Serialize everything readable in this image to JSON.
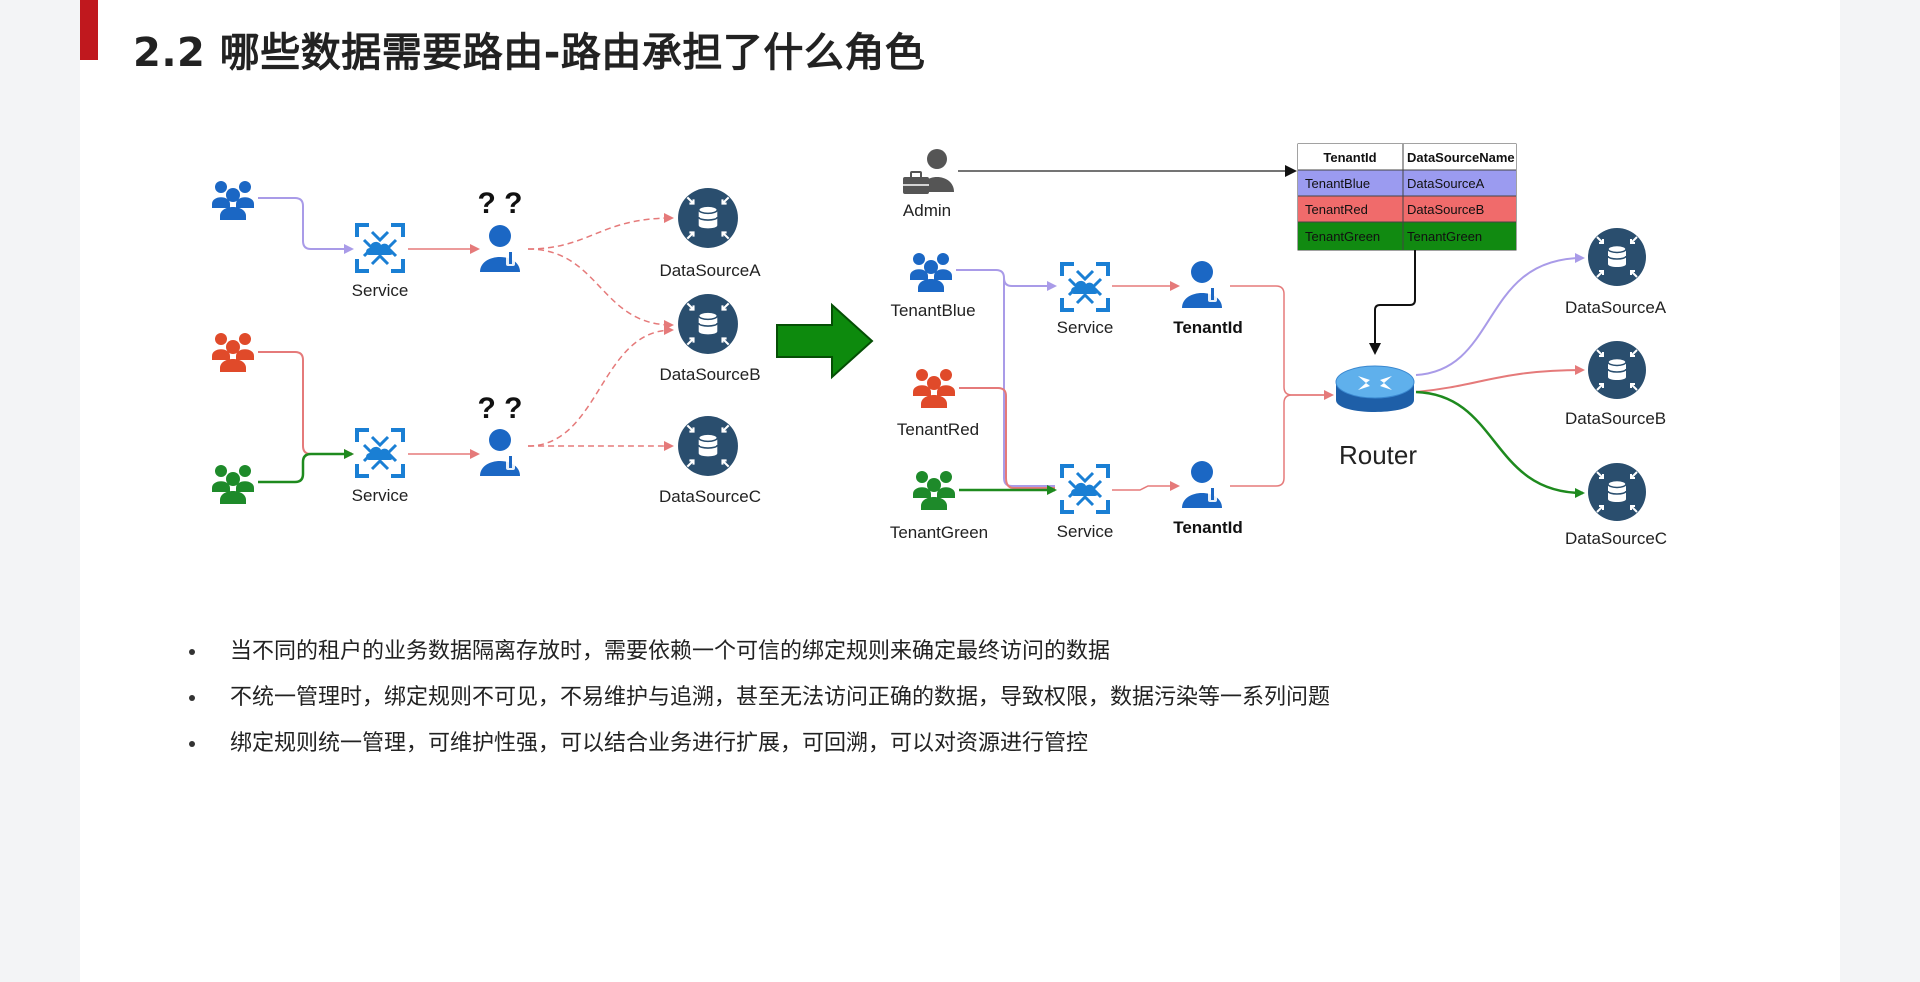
{
  "slide": {
    "title": "2.2 哪些数据需要路由-路由承担了什么角色"
  },
  "left_diagram": {
    "service_label": "Service",
    "question_marks": "? ?",
    "datasources": [
      "DataSourceA",
      "DataSourceB",
      "DataSourceC"
    ]
  },
  "right_diagram": {
    "admin_label": "Admin",
    "tenants": [
      "TenantBlue",
      "TenantRed",
      "TenantGreen"
    ],
    "service_label": "Service",
    "tenant_id_label": "TenantId",
    "router_label": "Router",
    "datasources": [
      "DataSourceA",
      "DataSourceB",
      "DataSourceC"
    ],
    "table": {
      "headers": [
        "TenantId",
        "DataSourceName"
      ],
      "rows": [
        [
          "TenantBlue",
          "DataSourceA"
        ],
        [
          "TenantRed",
          "DataSourceB"
        ],
        [
          "TenantGreen",
          "TenantGreen"
        ]
      ],
      "row_colors": [
        "#9b9bf0",
        "#f06b6b",
        "#118a11"
      ]
    }
  },
  "colors": {
    "blue": "#1b67c4",
    "red": "#e04a2a",
    "green": "#1e8a2a",
    "datasource": "#2a4e6e",
    "service_icon": "#1a7fd4",
    "big_arrow": "#0d8a0d",
    "line_blue": "#a99be8",
    "line_red": "#e57a7a",
    "line_green": "#1e8a1e"
  },
  "bullets": [
    "当不同的租户的业务数据隔离存放时，需要依赖一个可信的绑定规则来确定最终访问的数据",
    "不统一管理时，绑定规则不可见，不易维护与追溯，甚至无法访问正确的数据，导致权限，数据污染等一系列问题",
    "绑定规则统一管理，可维护性强，可以结合业务进行扩展，可回溯，可以对资源进行管控"
  ]
}
